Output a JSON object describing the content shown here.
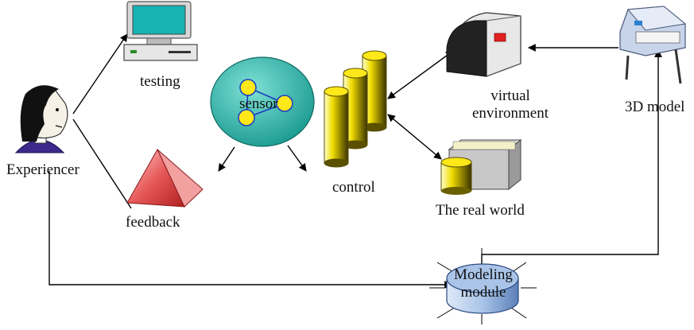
{
  "labels": {
    "testing": "testing",
    "sensor": "sensor",
    "experiencer": "Experiencer",
    "feedback": "feedback",
    "control": "control",
    "virtual_environment_line1": "virtual",
    "virtual_environment_line2": "environment",
    "model_3d": "3D model",
    "real_world": "The real world",
    "modeling_module_line1": "Modeling",
    "modeling_module_line2": "module"
  },
  "colors": {
    "sensor_fill": "#2bb3a8",
    "node_fill": "#ffe81a",
    "cylinder_fill": "#e8d400",
    "pyramid_fill": "#e85a5a",
    "module_fill": "#a9c4e8",
    "screen": "#17b3b3"
  }
}
